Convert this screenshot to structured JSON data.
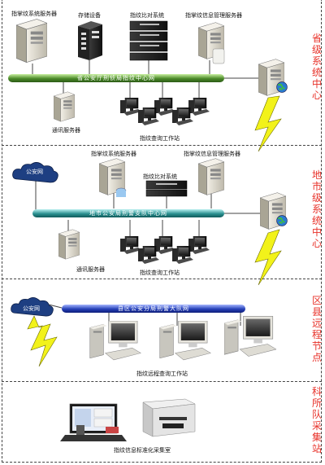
{
  "sections": [
    {
      "id": "provincial",
      "side_title": "省级系统中心",
      "bus_label": "省公安厅刑侦局指纹中心网",
      "labels": {
        "fp_system_server": "指掌纹系统服务器",
        "storage": "存储设备",
        "fp_compare": "指纹比对系统",
        "fp_info_mgmt": "指掌纹信息管理服务器",
        "comm_server": "通讯服务器",
        "query_ws": "指纹查询工作站"
      }
    },
    {
      "id": "city",
      "side_title": "地市级系统中心",
      "bus_label": "地市公安局刑警支队中心网",
      "cloud_label": "公安网",
      "labels": {
        "fp_system_server": "指掌纹系统服务器",
        "fp_compare": "指纹比对系统",
        "fp_info_mgmt": "指掌纹信息管理服务器",
        "comm_server": "通讯服务器",
        "query_ws": "指纹查询工作站"
      }
    },
    {
      "id": "county",
      "side_title": "区县远程节点",
      "bus_label": "县区公安分局刑警大队网",
      "cloud_label": "公安网",
      "labels": {
        "remote_ws": "指纹远程查询工作站"
      }
    },
    {
      "id": "station",
      "side_title": "科所队采集站",
      "labels": {
        "collection_room": "指纹信息标准化采集室"
      }
    }
  ],
  "colors": {
    "side_title": "#e8322a",
    "lightning": "#f2f21a",
    "cloud": "#1a3a78",
    "divider": "#444444"
  },
  "icons": [
    "server-tower-icon",
    "storage-array-icon",
    "rack-unit-icon",
    "pc-workstation-icon",
    "cloud-network-icon",
    "lightning-link-icon",
    "globe-icon",
    "laptop-icon",
    "scanner-icon"
  ]
}
